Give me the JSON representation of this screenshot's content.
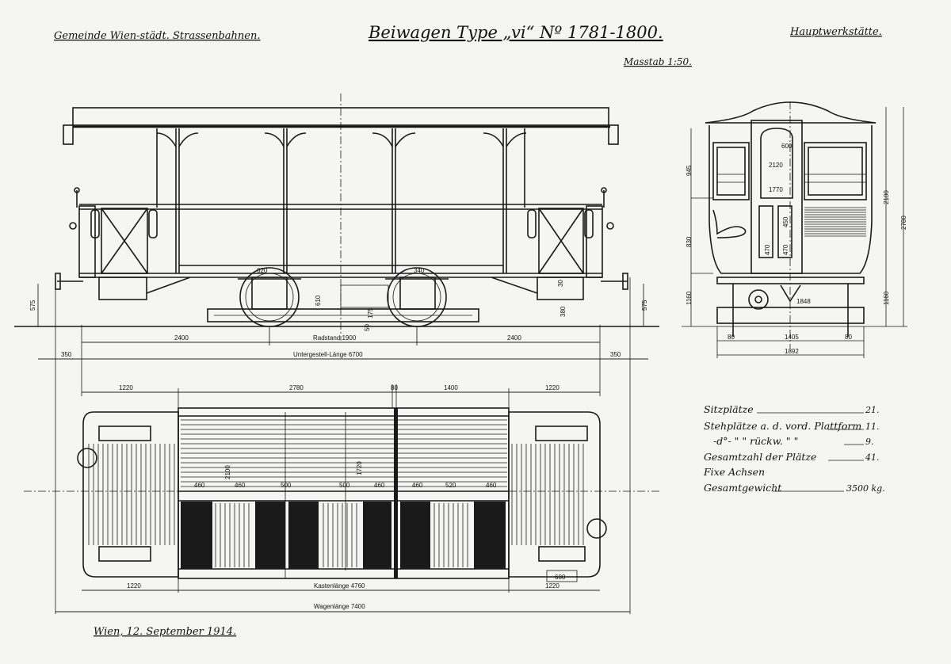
{
  "header": {
    "left": "Gemeinde Wien-städt. Strassenbahnen.",
    "title": "Beiwagen Type „vi“ Nº 1781-1800.",
    "right": "Hauptwerkstätte.",
    "scale": "Masstab 1:50."
  },
  "side_view": {
    "dims": {
      "left_2400": "2400",
      "radstand": "Radstand 1900",
      "right_2400": "2400",
      "untergestell": "Untergestell-Länge 6700",
      "left_350": "350",
      "right_350": "350",
      "h575_left": "575",
      "h575_right": "575",
      "h620": "620",
      "h340": "340",
      "h610": "610",
      "h380": "380",
      "h175": "175",
      "h30": "30",
      "h50": "50"
    }
  },
  "plan_view": {
    "dims": {
      "top_1220_l": "1220",
      "top_2780": "2780",
      "top_80": "80",
      "top_1400": "1400",
      "top_1220_r": "1220",
      "d2100": "2100",
      "d1720": "1720",
      "d460a": "460",
      "d460b": "460",
      "d500a": "500",
      "d500b": "500",
      "d460c": "460",
      "d460d": "460",
      "d520": "520",
      "d460e": "460",
      "d600": "600",
      "bot_1220_l": "1220",
      "kastenlaenge": "Kastenlänge 4760",
      "bot_1220_r": "1220",
      "wagenlaenge": "Wagenlänge 7400"
    }
  },
  "end_view": {
    "dims": {
      "d600": "600",
      "d2120": "2120",
      "d1770": "1770",
      "d945": "945",
      "d830": "830",
      "d450": "450",
      "d470a": "470",
      "d470b": "470",
      "d2100": "2100",
      "d2780": "2780",
      "d1160a": "1160",
      "d1160b": "1160",
      "d1848": "1848",
      "d80a": "80",
      "d1405": "1405",
      "d80b": "80",
      "d1892": "1892"
    }
  },
  "specs": [
    {
      "label": "Sitzplätze",
      "value": "21."
    },
    {
      "label": "Stehplätze a. d. vord. Plattform",
      "value": "11."
    },
    {
      "label": "-d°-   \" \" rückw.   \"   \"",
      "value": "9."
    },
    {
      "label": "Gesamtzahl der Plätze",
      "value": "41."
    },
    {
      "label": "Fixe Achsen",
      "value": ""
    },
    {
      "label": "Gesamtgewicht",
      "value": "3500 kg."
    }
  ],
  "footer": {
    "date": "Wien, 12. September 1914."
  }
}
